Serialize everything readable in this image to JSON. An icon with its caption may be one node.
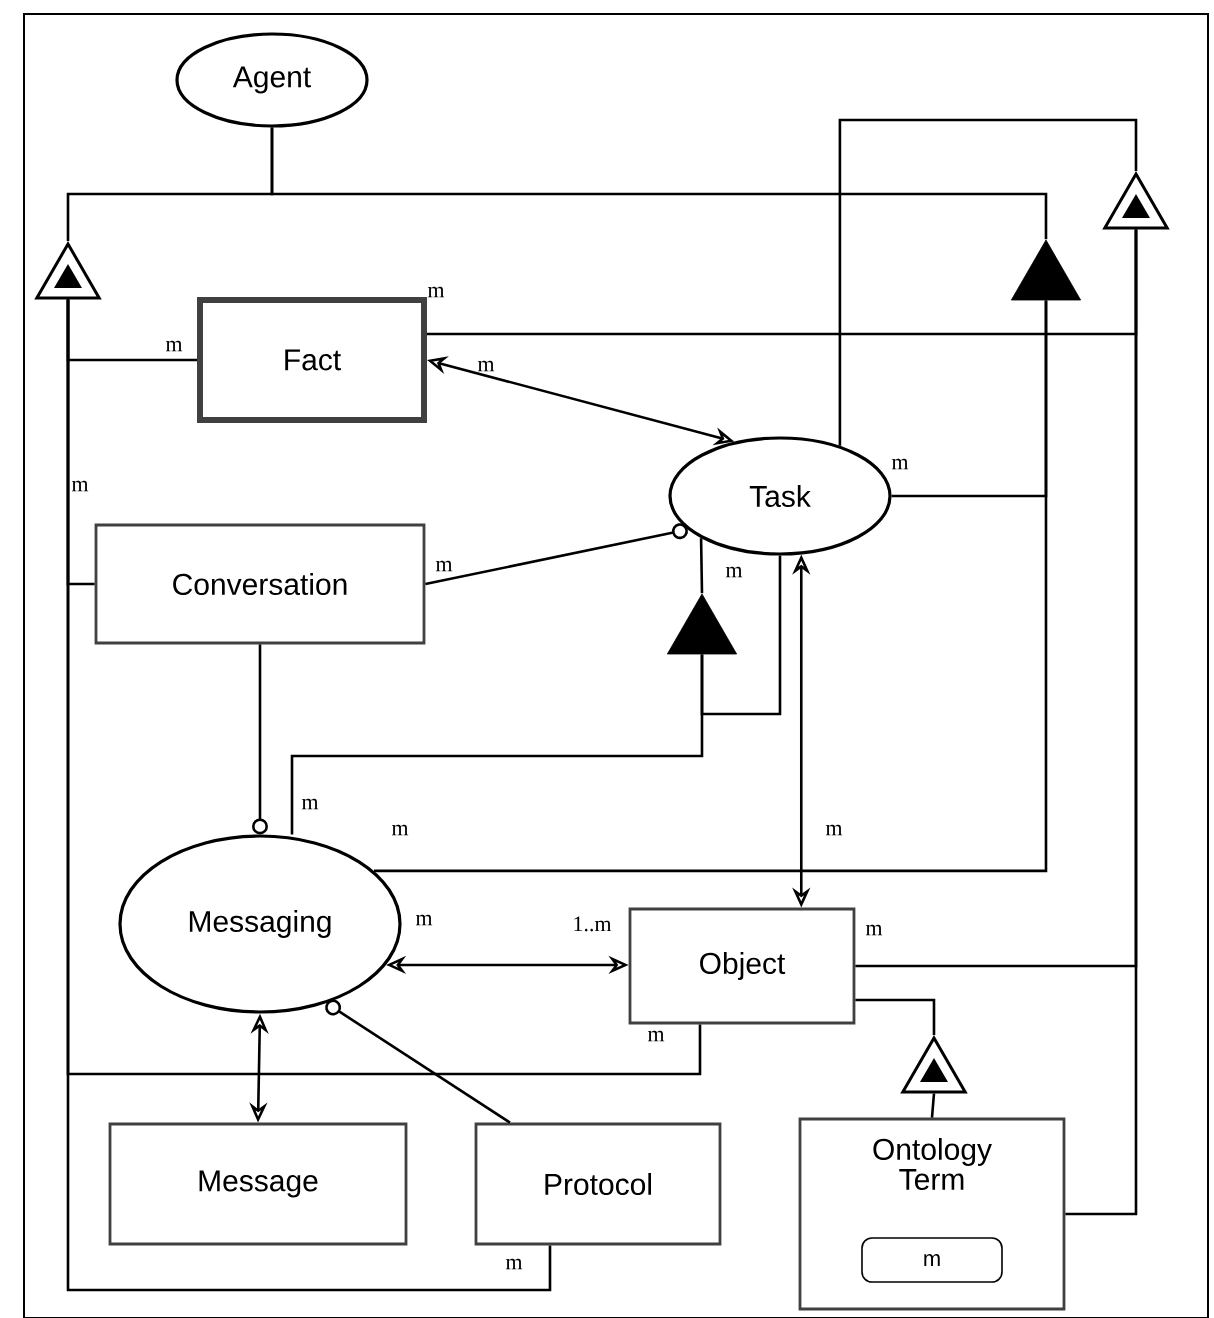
{
  "diagram": {
    "nodes": [
      {
        "text": [
          "Agent"
        ]
      },
      {
        "text": [
          "Fact"
        ]
      },
      {
        "text": [
          "Task"
        ]
      },
      {
        "text": [
          "Conversation"
        ]
      },
      {
        "text": [
          "Messaging"
        ]
      },
      {
        "text": [
          "Object"
        ]
      },
      {
        "text": [
          "Message"
        ]
      },
      {
        "text": [
          "Protocol"
        ]
      },
      {
        "text": [
          "Ontology Term"
        ]
      },
      {
        "text": [
          "m"
        ],
        "in": 8
      },
      {
        "text": [],
        "shape": "triangle"
      },
      {
        "text": [],
        "shape": "triangle"
      },
      {
        "text": [],
        "shape": "triangle"
      },
      {
        "text": [],
        "shape": "triangle"
      },
      {
        "text": [],
        "shape": "triangle"
      }
    ],
    "edges": [
      {
        "from": 0,
        "to": 10,
        "arrow": "none"
      },
      {
        "from": 0,
        "to": 11,
        "arrow": "none"
      },
      {
        "from": 10,
        "to": 1,
        "arrow": "none"
      },
      {
        "from": 10,
        "to": 3,
        "arrow": "none"
      },
      {
        "from": 10,
        "to": 5,
        "arrow": "none"
      },
      {
        "from": 10,
        "to": 7,
        "arrow": "none"
      },
      {
        "from": 11,
        "to": 2,
        "arrow": "none"
      },
      {
        "from": 11,
        "to": 4,
        "arrow": "none"
      },
      {
        "from": 2,
        "to": 12,
        "arrow": "none"
      },
      {
        "from": 12,
        "to": 1,
        "arrow": "none"
      },
      {
        "from": 12,
        "to": 5,
        "arrow": "none"
      },
      {
        "from": 12,
        "to": 8,
        "arrow": "none"
      },
      {
        "from": 2,
        "to": 13,
        "arrow": "none"
      },
      {
        "from": 13,
        "to": 2,
        "arrow": "none"
      },
      {
        "from": 13,
        "to": 4,
        "arrow": "none"
      },
      {
        "from": 5,
        "to": 14,
        "arrow": "none"
      },
      {
        "from": 14,
        "to": 8,
        "arrow": "none"
      },
      {
        "from": 1,
        "to": 2,
        "arrow": "both"
      },
      {
        "from": 3,
        "to": 2,
        "arrow": "other"
      },
      {
        "from": 3,
        "to": 4,
        "arrow": "other"
      },
      {
        "from": 2,
        "to": 5,
        "arrow": "both"
      },
      {
        "from": 4,
        "to": 5,
        "arrow": "both"
      },
      {
        "from": 4,
        "to": 6,
        "arrow": "both"
      },
      {
        "from": 7,
        "to": 4,
        "arrow": "other"
      }
    ],
    "labels": [
      "m",
      "m",
      "m",
      "m",
      "m",
      "m",
      "m",
      "m",
      "m",
      "m",
      "m",
      "1..m",
      "m",
      "m",
      "m"
    ]
  }
}
